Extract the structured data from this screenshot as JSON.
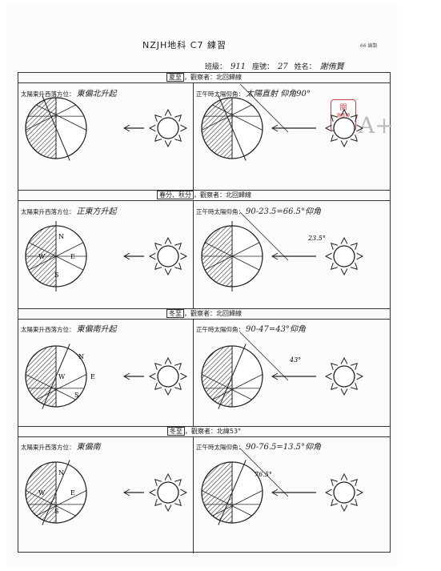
{
  "header": {
    "title": "NZJH地科 C7 練習",
    "credit": "66 編製",
    "class_label": "班級：",
    "class_value": "911",
    "seat_label": "座號：",
    "seat_value": "27",
    "name_label": "姓名：",
    "name_value": "謝侑賢"
  },
  "sections": [
    {
      "title_boxed": "夏至",
      "title_rest": "，觀察者：北回歸線",
      "left_label": "太陽東升西落方位：",
      "left_answer": "東偏北升起",
      "right_label": "正午時太陽仰角：",
      "right_answer": "太陽直射 仰角90°"
    },
    {
      "title_boxed": "春分、秋分",
      "title_rest": "，觀察者：北回歸線",
      "left_label": "太陽東升西落方位：",
      "left_answer": "正東方升起",
      "right_label": "正午時太陽仰角：",
      "right_answer": "90-23.5=66.5°仰角",
      "angle_note": "23.5°"
    },
    {
      "title_boxed": "冬至",
      "title_rest": "，觀察者：北回歸線",
      "left_label": "太陽東升西落方位：",
      "left_answer": "東偏南升起",
      "right_label": "正午時太陽仰角：",
      "right_answer": "90-47=43°仰角",
      "angle_note": "43°"
    },
    {
      "title_boxed": "冬至",
      "title_rest": "，觀察者：北緯53°",
      "left_label": "太陽東升西落方位：",
      "left_answer": "東偏南",
      "right_label": "正午時太陽仰角：",
      "right_answer": "90-76.5=13.5°仰角",
      "angle_note": "76.5°"
    }
  ],
  "stamp": {
    "top": "閱",
    "bottom": "張彥賢"
  },
  "grade": "A+",
  "compass": {
    "n": "N",
    "s": "S",
    "e": "E",
    "w": "W"
  }
}
